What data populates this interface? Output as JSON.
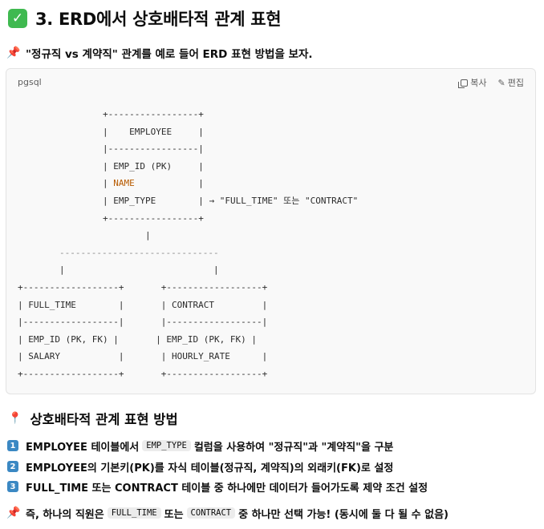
{
  "heading": {
    "check_icon": "✓",
    "title": "3. ERD에서 상호배타적 관계 표현"
  },
  "intro": {
    "text": "\"정규직 vs 계약직\" 관계를 예로 들어 ERD 표현 방법을 보자."
  },
  "code_block": {
    "language": "pgsql",
    "copy_label": "복사",
    "edit_label": "편집",
    "lines": {
      "l1": "+-----------------+",
      "l2": "|    EMPLOYEE     |",
      "l3": "|-----------------|",
      "l4": "| EMP_ID (PK)     |",
      "l5a": "| ",
      "l5b": "NAME",
      "l5c": "            |",
      "l6a": "| EMP_TYPE        |",
      "l6b": " → \"FULL_TIME\" 또는 \"CONTRACT\"",
      "l7": "+-----------------+",
      "l8": "|",
      "l9": "------------------------------",
      "l10": "|                            |",
      "l11": "+------------------+       +------------------+",
      "l12": "| FULL_TIME        |       | CONTRACT         |",
      "l13": "|------------------|       |------------------|",
      "l14": "| EMP_ID (PK, FK) |       | EMP_ID (PK, FK) |",
      "l15": "| SALARY           |       | HOURLY_RATE      |",
      "l16": "+------------------+       +------------------+"
    }
  },
  "section": {
    "title": "상호배타적 관계 표현 방법"
  },
  "list": [
    {
      "num": "1",
      "pre": "EMPLOYEE 테이블에서",
      "code": "EMP_TYPE",
      "post": "컬럼을 사용하여 \"정규직\"과 \"계약직\"을 구분"
    },
    {
      "num": "2",
      "text": "EMPLOYEE의 기본키(PK)를 자식 테이블(정규직, 계약직)의 외래키(FK)로 설정"
    },
    {
      "num": "3",
      "text": "FULL_TIME 또는 CONTRACT 테이블 중 하나에만 데이터가 들어가도록 제약 조건 설정"
    }
  ],
  "final_note": {
    "pre": "즉, 하나의 직원은",
    "code1": "FULL_TIME",
    "mid": "또는",
    "code2": "CONTRACT",
    "post": "중 하나만 선택 가능! (동시에 둘 다 될 수 없음)"
  },
  "icons": {
    "check": "check-icon",
    "pin": "pushpin-icon",
    "round_pin": "round-pushpin-icon",
    "copy": "copy-icon",
    "edit": "edit-icon"
  },
  "colors": {
    "check_bg": "#3fb950",
    "pin": "#d9363e",
    "number_badge": "#3b88c3",
    "keyword": "#b75a00"
  }
}
